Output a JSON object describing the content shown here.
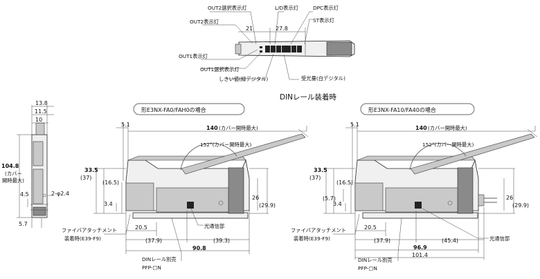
{
  "title": "DINレール装着時",
  "top_view": {
    "callouts": {
      "out2_select": "OUT2選択表示灯",
      "out2_indicator": "OUT2表示灯",
      "out1_indicator": "OUT1表示灯",
      "out1_select": "OUT1選択表示灯",
      "threshold": "しきい値(緑デジタル)",
      "ld_indicator": "L/D表示灯",
      "dpc_indicator": "DPC表示灯",
      "st_indicator": "ST表示灯",
      "received_light": "受光量(白デジタル)"
    },
    "dims": {
      "d21": "21",
      "d27_8": "27.8"
    }
  },
  "side_view": {
    "dims": {
      "d13_8": "13.8",
      "d11_5": "11.5",
      "d10": "10",
      "d104_8": "104.8",
      "d104_8_note1": "(カバー",
      "d104_8_note2": "開時最大)",
      "d4_5": "4.5",
      "d5_7": "5.7",
      "hole": "2-φ2.4"
    }
  },
  "left_view": {
    "label": "形E3NX-FA0/FAH0の場合",
    "dims": {
      "d5_1": "5.1",
      "d140": "140",
      "d140_note": "(カバー開時最大)",
      "d152": "152°(カバー開時最大)",
      "d33_5": "33.5",
      "d37": "(37)",
      "d16_5": "(16.5)",
      "d3_4": "3.4",
      "d20_5": "20.5",
      "d37_9": "(37.9)",
      "d39_3": "(39.3)",
      "d90_8": "90.8",
      "d26": "26",
      "d29_9": "(29.9)"
    },
    "notes": {
      "fiber_attach_1": "ファイバアタッチメント",
      "fiber_attach_2": "装着時(E39-F9)",
      "din_rail_1": "DINレール別売",
      "din_rail_2": "PFP-□N",
      "emitter": "光通信部"
    }
  },
  "right_view": {
    "label": "形E3NX-FA10/FA40の場合",
    "dims": {
      "d5_1": "5.1",
      "d140": "140",
      "d140_note": "(カバー開時最大)",
      "d152": "152°(カバー開時最大)",
      "d33_5": "33.5",
      "d37": "(37)",
      "d16_5": "(16.5)",
      "d5_7": "(5.7)",
      "d3_4": "3.4",
      "d20_5": "20.5",
      "d37_9": "(37.9)",
      "d45_4": "(45.4)",
      "d96_9": "96.9",
      "d101_4": "101.4",
      "d26": "26",
      "d29_9": "(29.9)"
    },
    "notes": {
      "fiber_attach_1": "ファイバアタッチメント",
      "fiber_attach_2": "装着時(E39-F9)",
      "din_rail_1": "DINレール別売",
      "din_rail_2": "PFP-□N",
      "emitter": "光通信部"
    }
  }
}
